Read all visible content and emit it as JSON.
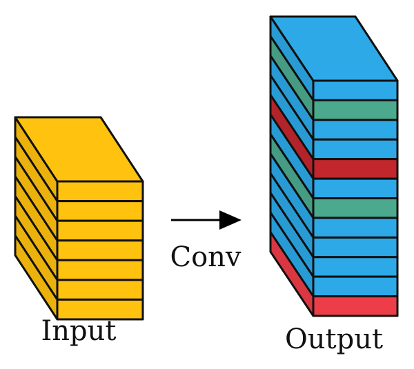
{
  "labels": {
    "input": "Input",
    "operation": "Conv",
    "output": "Output"
  },
  "colors": {
    "outline": "#111111",
    "input_layer": "#FFC20E",
    "blue": "#2CA9E6",
    "green": "#4BAA8D",
    "dark_red": "#C1272D",
    "red": "#EC3D49",
    "arrow": "#000000"
  },
  "input_block": {
    "layer_count": 7,
    "layer_colors": [
      "input_layer",
      "input_layer",
      "input_layer",
      "input_layer",
      "input_layer",
      "input_layer",
      "input_layer"
    ]
  },
  "output_block": {
    "layer_count": 12,
    "layer_colors": [
      "blue",
      "green",
      "blue",
      "blue",
      "dark_red",
      "blue",
      "green",
      "blue",
      "blue",
      "blue",
      "blue",
      "red"
    ]
  }
}
